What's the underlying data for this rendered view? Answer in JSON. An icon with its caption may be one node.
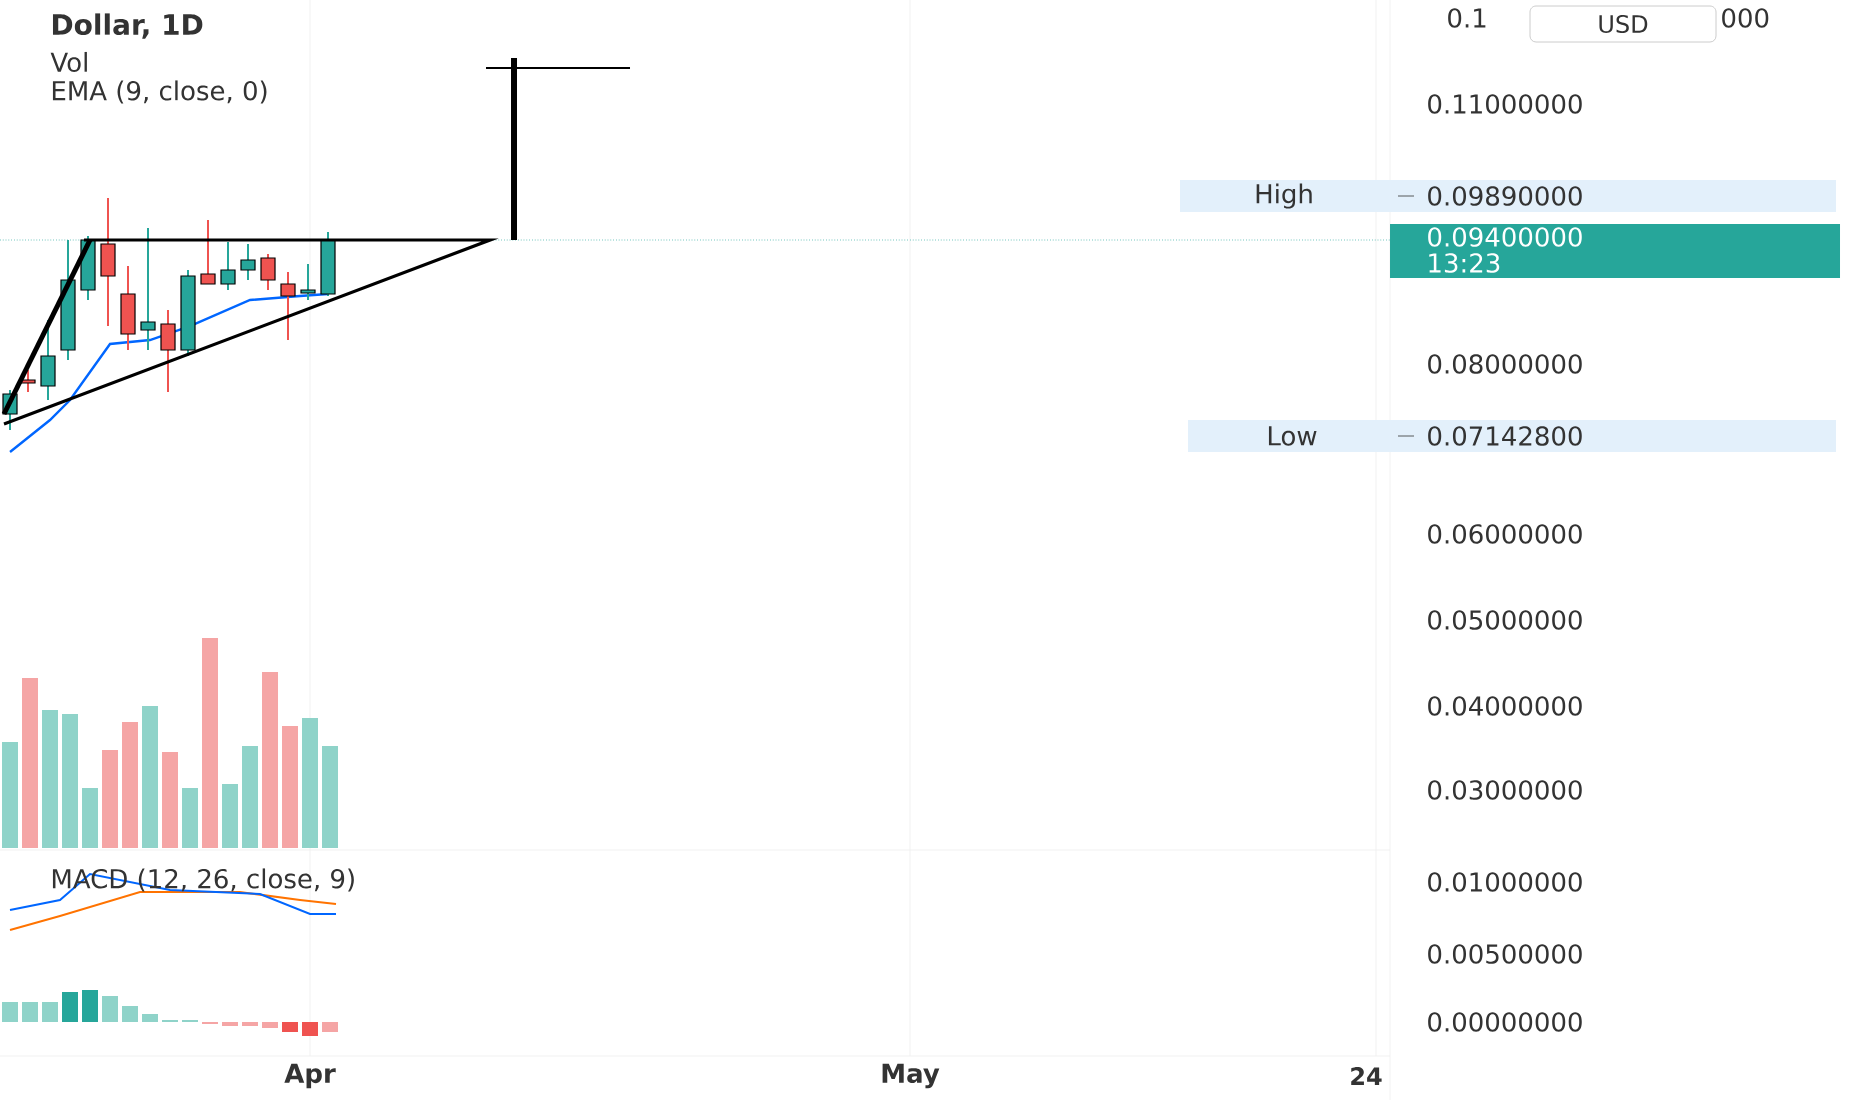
{
  "diagram": {
    "title": "Dollar, 1D",
    "nodes": [
      {
        "text": [
          "USD"
        ]
      },
      {
        "text": [
          "High",
          "0.09890000"
        ]
      },
      {
        "text": [
          "0.09400000",
          "13:23"
        ]
      },
      {
        "text": [
          "Low",
          "0.07142800"
        ]
      }
    ],
    "edges": [],
    "labels": [
      "Vol",
      "EMA (9, close, 0)",
      "0.1",
      "000",
      "0.11000000",
      "0.08000000",
      "0.06000000",
      "0.05000000",
      "0.04000000",
      "0.03000000",
      "MACD (12, 26, close, 9)",
      "0.01000000",
      "0.00500000",
      "0.00000000",
      "Apr",
      "May",
      "24"
    ]
  }
}
